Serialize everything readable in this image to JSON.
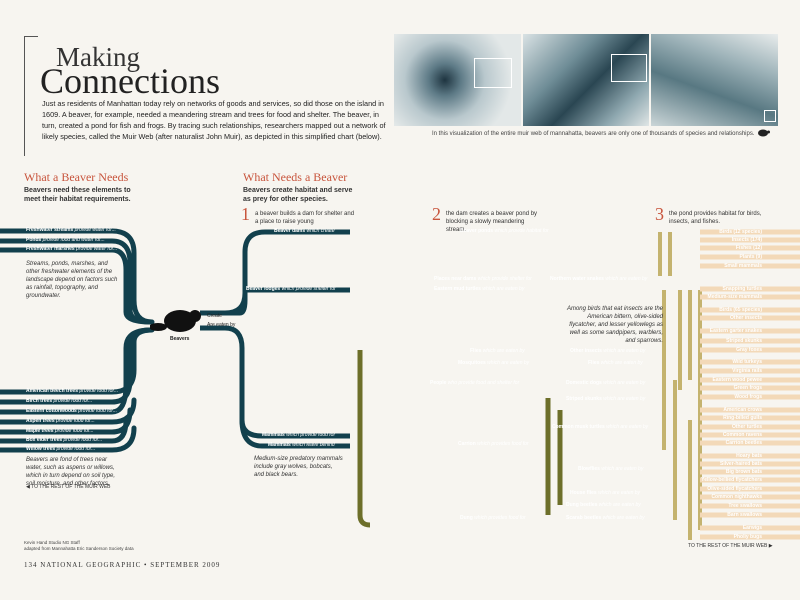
{
  "header": {
    "title_top": "Making",
    "title_bottom": "Connections",
    "intro": "Just as residents of Manhattan today rely on networks of goods and services, so did those on the island in 1609. A beaver, for example, needed a meandering stream and trees for food and shelter. The beaver, in turn, created a pond for fish and frogs. By tracing such relationships, researchers mapped out a network of likely species, called the Muir Web (after naturalist John Muir), as depicted in this simplified chart (below).",
    "photo_caption": "In this visualization of the entire muir web of mannahatta, beavers are only one of thousands of species and relationships."
  },
  "left_section": {
    "title": "What a Beaver Needs",
    "subtitle": "Beavers need these elements to meet their habitat requirements.",
    "water_items": [
      {
        "name": "Freshwater streams",
        "rel": "provide water for..."
      },
      {
        "name": "Ponds",
        "rel": "provide food and water for..."
      },
      {
        "name": "Freshwater marshes",
        "rel": "provide water for..."
      }
    ],
    "water_note": "Streams, ponds, marshes, and other freshwater elements of the landscape depend on factors such as rainfall, topography, and groundwater.",
    "tree_items": [
      {
        "name": "American beech trees",
        "rel": "provide food for..."
      },
      {
        "name": "Birch trees",
        "rel": "provide food for..."
      },
      {
        "name": "Eastern cottonwoods",
        "rel": "provide food for..."
      },
      {
        "name": "Aspen trees",
        "rel": "provide food for..."
      },
      {
        "name": "Maple trees",
        "rel": "provide food for..."
      },
      {
        "name": "Box elder trees",
        "rel": "provide food for..."
      },
      {
        "name": "Willow trees",
        "rel": "provide food for..."
      }
    ],
    "tree_note": "Beavers are fond of trees near water, such as aspens or willows, which in turn depend on soil type, soil moisture, and other factors.",
    "rest_link": "TO THE REST OF THE MUIR WEB",
    "beaver_label": "Beavers"
  },
  "right_section": {
    "title": "What Needs a Beaver",
    "subtitle": "Beavers create habitat and serve as prey for other species.",
    "create_label": "Create",
    "eaten_label": "Are eaten by",
    "steps": [
      {
        "num": "1",
        "text": "a beaver builds a dam for shelter and a place to raise young"
      },
      {
        "num": "2",
        "text": "the dam creates a beaver pond by blocking a slowly meandering stream."
      },
      {
        "num": "3",
        "text": "the pond provides habitat for birds, insects, and fishes."
      }
    ],
    "mid_labels": [
      {
        "name": "Beaver dams",
        "rel": "which create"
      },
      {
        "name": "Beaver lodges",
        "rel": "which provide shelter for"
      },
      {
        "name": "Beaver ponds",
        "rel": "which provide habitat for"
      },
      {
        "name": "Places near dams",
        "rel": "which provide shelter for"
      },
      {
        "name": "Eastern mud turtles",
        "rel": "which are eaten by"
      },
      {
        "name": "Northern water snakes",
        "rel": "which are eaten by"
      },
      {
        "name": "Mammals",
        "rel": "which provide food for"
      },
      {
        "name": "Mammals",
        "rel": "which leave behind"
      },
      {
        "name": "Flies",
        "rel": "which are eaten by"
      },
      {
        "name": "Mosquitoes",
        "rel": "which are eaten by"
      },
      {
        "name": "People",
        "rel": "who provide food and shelter for"
      },
      {
        "name": "Carrion",
        "rel": "which provides food for"
      },
      {
        "name": "Dung",
        "rel": "which provides food for"
      },
      {
        "name": "Other insects",
        "rel": "which are eaten by"
      },
      {
        "name": "Flies",
        "rel": "which are eaten by"
      },
      {
        "name": "Domestic dogs",
        "rel": "which are eaten by"
      },
      {
        "name": "Striped skunks",
        "rel": "which are eaten by"
      },
      {
        "name": "Common musk turtles",
        "rel": "which are eaten by"
      },
      {
        "name": "Blowflies",
        "rel": "which are eaten by"
      },
      {
        "name": "House flies",
        "rel": "which are eaten by"
      },
      {
        "name": "Dung beetles",
        "rel": "which are eaten by"
      },
      {
        "name": "Scarab beetles",
        "rel": "which are eaten by"
      }
    ],
    "birds_note": "Among birds that eat insects are the American bittern, olive-sided flycatcher, and lesser yellowlegs as well as some sandpipers, warblers, and sparrows.",
    "mammal_note": "Medium-size predatory mammals include gray wolves, bobcats, and black bears.",
    "species": [
      "Birds (12 species)",
      "Insects (174)",
      "Fishes (12)",
      "Plants (9)",
      "Small mammals",
      "Snapping turtles",
      "Medium-size mammals",
      "Birds (65 species)",
      "Other insects",
      "Eastern garter snakes",
      "Striped skunks",
      "Gray foxes",
      "Wild turkeys",
      "Virginia rails",
      "Eastern wood pewee",
      "Green frogs",
      "Wood frogs",
      "American crows",
      "Ring-billed gulls",
      "Other turtles",
      "Common ravens",
      "Carrion beetles",
      "Hoary bats",
      "Silver-haired bats",
      "Big brown bats",
      "Yellow-bellied flycatchers",
      "Olive-sided flycatchers",
      "Common nighthawks",
      "Tree swallows",
      "Barn swallows",
      "Earwigs",
      "Pholiy bugs"
    ],
    "rest_link": "TO THE REST OF THE MUIR WEB"
  },
  "footer": {
    "page": "134 NATIONAL GEOGRAPHIC • SEPTEMBER 2009",
    "credit_line1": "Kevin Hand Studio NG Staff",
    "credit_line2": "adapted from Mannahatta Eric Sanderson Society data"
  },
  "colors": {
    "teal_dark": "#12404d",
    "teal": "#4f8590",
    "olive": "#6d6f2a",
    "gold": "#c4b36f",
    "peach": "#f3d9b8",
    "accent_red": "#c8553d"
  },
  "icons": [
    "beaver-icon",
    "turtle-icon",
    "arrow-left-icon",
    "arrow-right-icon"
  ]
}
